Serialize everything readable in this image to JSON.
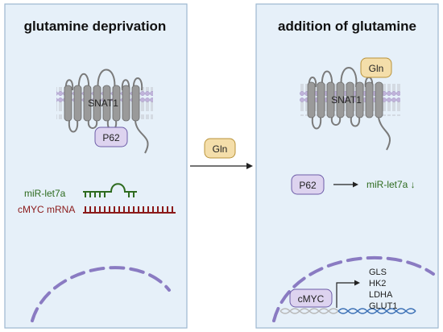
{
  "left_panel": {
    "title": "glutamine deprivation",
    "transporter_label": "SNAT1",
    "adaptor_label": "P62",
    "mirna_label": "miR-let7a",
    "mrna_label": "cMYC mRNA"
  },
  "middle": {
    "molecule_label": "Gln"
  },
  "right_panel": {
    "title": "addition of glutamine",
    "transporter_label": "SNAT1",
    "bound_label": "Gln",
    "adaptor_label": "P62",
    "mirna_effect": "miR-let7a ↓",
    "tf_label": "cMYC",
    "target_genes": [
      "GLS",
      "HK2",
      "LDHA",
      "GLUT1"
    ]
  },
  "colors": {
    "panel_fill": "#e6f0f9",
    "panel_stroke": "#9db8d0",
    "protein": "#9a9a9a",
    "membrane_head": "#c0b3da",
    "p62_fill": "#ddd3ef",
    "gln_fill": "#f4deaa",
    "nucleus": "#8a7bc2",
    "mirna": "#2e6b1f",
    "mrna": "#8b1a1a",
    "dna_blue": "#3a6fb5"
  }
}
